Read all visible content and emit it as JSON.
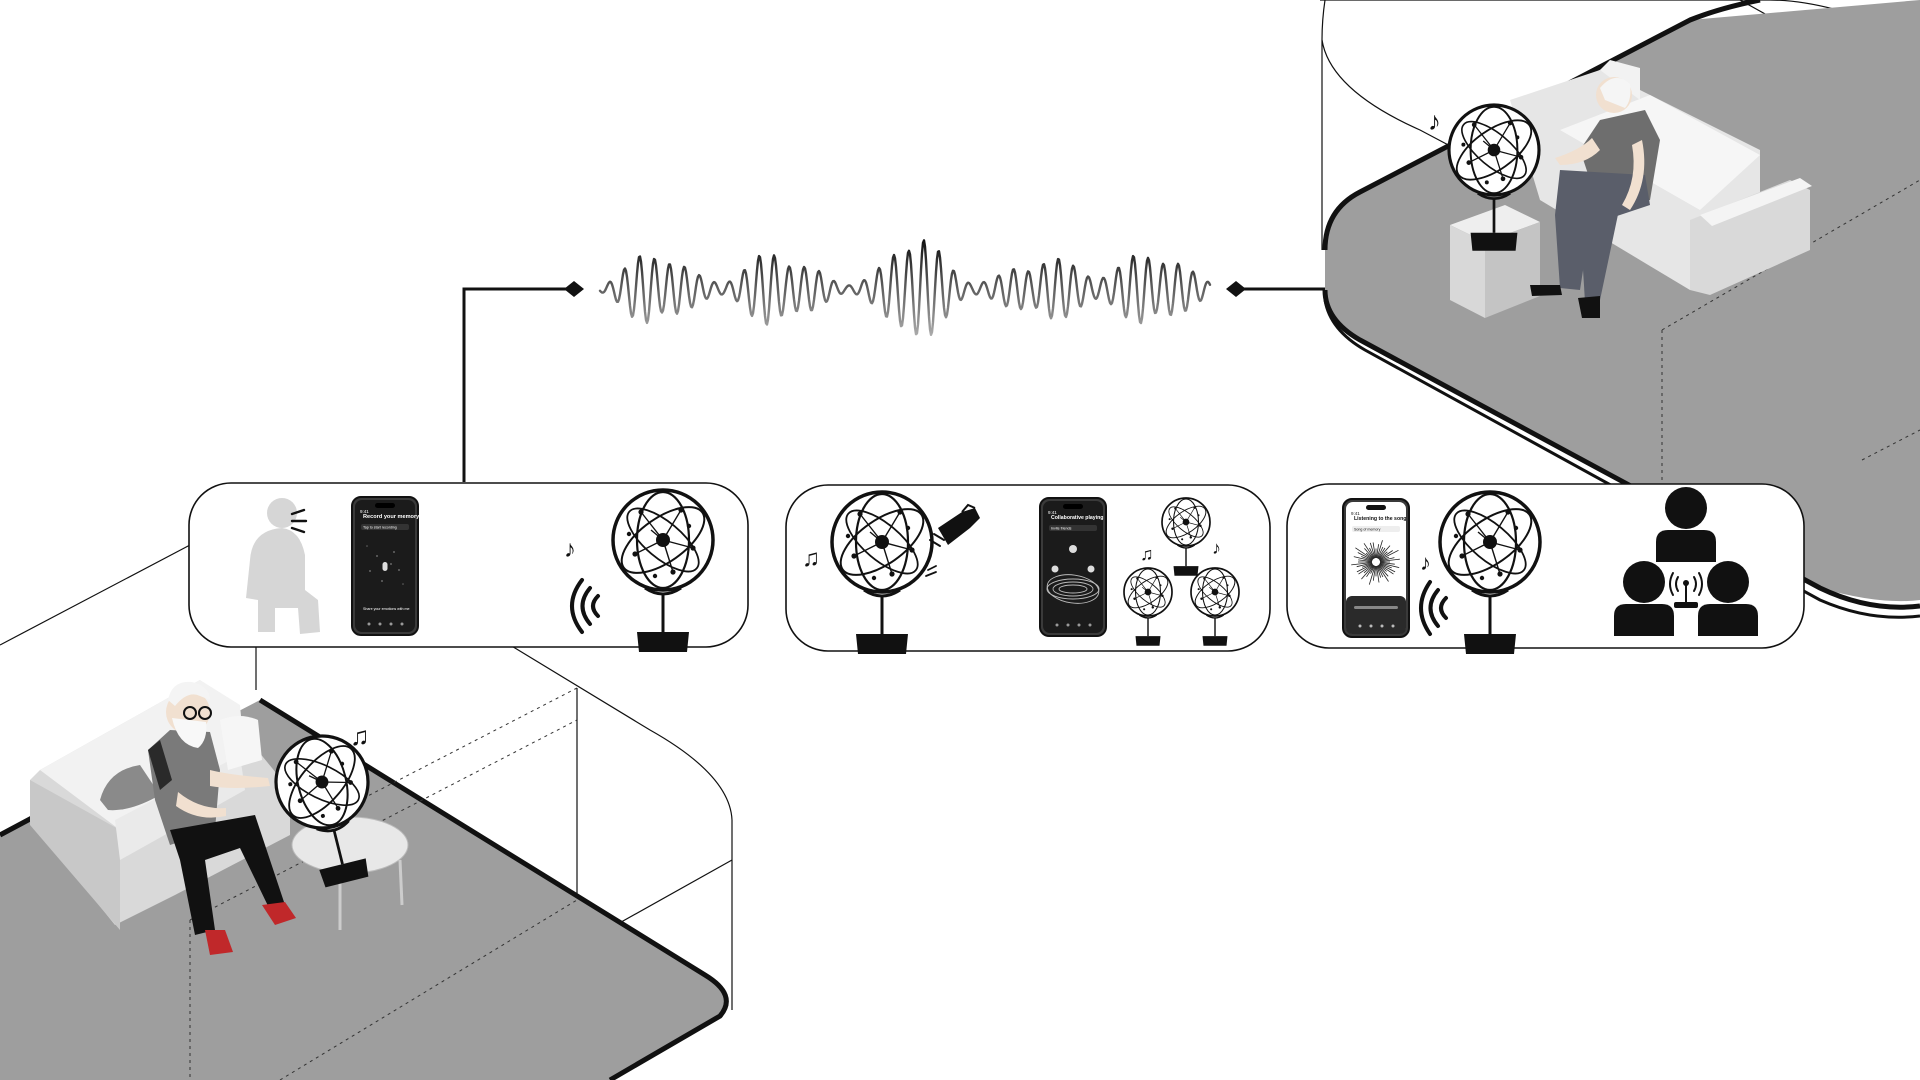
{
  "phones": {
    "record": {
      "time": "9:41",
      "title": "Record your memory",
      "subtitle": "Tap to start recording",
      "hint": "Share your emotions with me"
    },
    "collab": {
      "time": "9:41",
      "title": "Collaborative playing",
      "subtitle": "Invite friends"
    },
    "listen": {
      "time": "9:41",
      "title": "Listening to the song",
      "subtitle": "Song of memory"
    }
  },
  "icons": {
    "music_note": "♪",
    "music_notes": "♫"
  },
  "colors": {
    "floor": "#9e9e9e",
    "line": "#111111",
    "silhouette": "#d6d6d6",
    "sofa": "#ececec",
    "socks": "#c0282a"
  }
}
